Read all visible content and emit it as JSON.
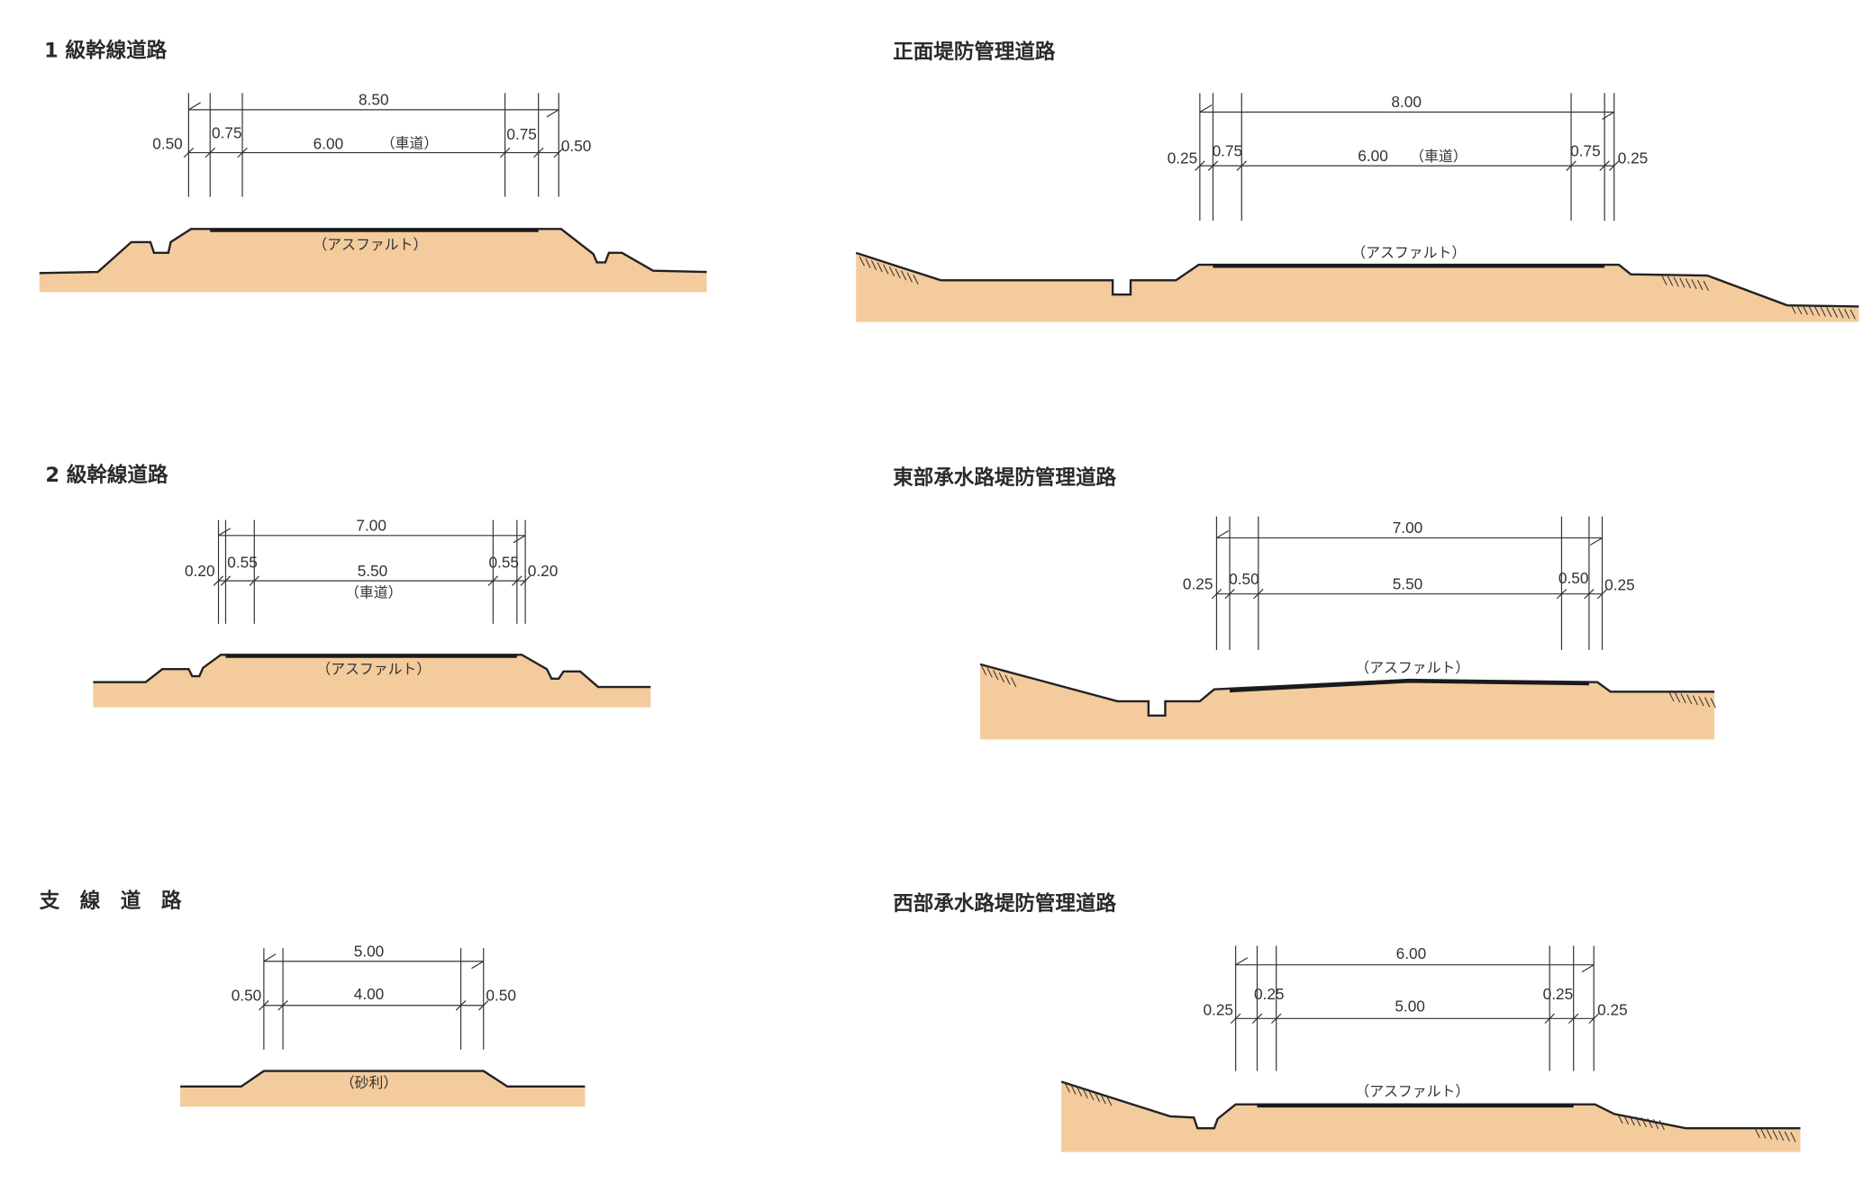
{
  "diagrams": [
    {
      "title": "1 級幹線道路",
      "total": "8.50",
      "dims": [
        "0.50",
        "0.75",
        "6.00",
        "0.75",
        "0.50"
      ],
      "lane_note": "（車道）",
      "surface": "（アスファルト）"
    },
    {
      "title": "2 級幹線道路",
      "total": "7.00",
      "dims": [
        "0.20",
        "0.55",
        "5.50",
        "0.55",
        "0.20"
      ],
      "lane_note": "（車道）",
      "surface": "（アスファルト）"
    },
    {
      "title": "支　線　道　路",
      "total": "5.00",
      "dims": [
        "0.50",
        "4.00",
        "0.50"
      ],
      "surface": "（砂利）"
    },
    {
      "title": "正面堤防管理道路",
      "total": "8.00",
      "dims": [
        "0.25",
        "0.75",
        "6.00",
        "0.75",
        "0.25"
      ],
      "lane_note": "（車道）",
      "surface": "（アスファルト）"
    },
    {
      "title": "東部承水路堤防管理道路",
      "total": "7.00",
      "dims": [
        "0.25",
        "0.50",
        "5.50",
        "0.50",
        "0.25"
      ],
      "surface": "（アスファルト）"
    },
    {
      "title": "西部承水路堤防管理道路",
      "total": "6.00",
      "dims": [
        "0.25",
        "0.25",
        "5.00",
        "0.25",
        "0.25"
      ],
      "surface": "（アスファルト）"
    }
  ],
  "colors": {
    "ground": "#f3cb9c",
    "line": "#222222"
  }
}
